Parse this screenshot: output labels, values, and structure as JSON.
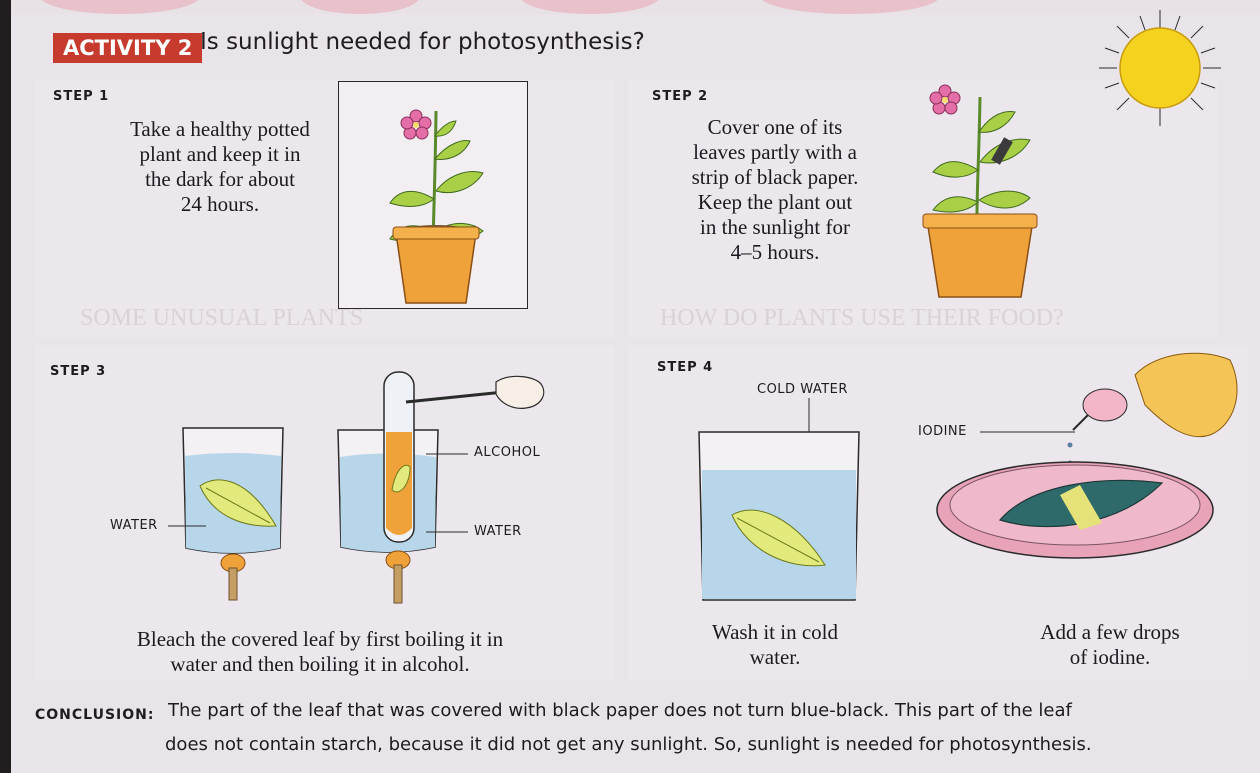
{
  "activity": {
    "badge": "ACTIVITY 2",
    "question": "Is sunlight needed for photosynthesis?"
  },
  "steps": [
    {
      "label": "STEP 1",
      "lines": [
        "Take a healthy potted",
        "plant and keep it in",
        "the dark for about",
        "24 hours."
      ]
    },
    {
      "label": "STEP 2",
      "lines": [
        "Cover one of its",
        "leaves partly with a",
        "strip of black paper.",
        "Keep the plant out",
        "in the sunlight for",
        "4–5 hours."
      ]
    },
    {
      "label": "STEP 3",
      "lines": [
        "Bleach the covered leaf by first boiling it in",
        "water and then boiling it in alcohol."
      ]
    },
    {
      "label": "STEP 4",
      "captions": [
        {
          "lines": [
            "Wash it in cold",
            "water."
          ]
        },
        {
          "lines": [
            "Add a few drops",
            "of iodine."
          ]
        }
      ]
    }
  ],
  "labels": {
    "water_left": "WATER",
    "alcohol": "ALCOHOL",
    "water_right": "WATER",
    "cold_water": "COLD WATER",
    "iodine": "IODINE"
  },
  "conclusion": {
    "label": "CONCLUSION:",
    "line1": "The part of the leaf that was covered with black paper does not turn blue-black. This part of the leaf",
    "line2": "does not contain starch, because it did not get any sunlight. So, sunlight is needed for photosynthesis."
  },
  "colors": {
    "badge": "#c63b2e",
    "leaf": "#a9cf46",
    "pot": "#f0a23a",
    "water": "#b7d6ea",
    "sun": "#f5d21e",
    "petri": "#e8a3b8"
  }
}
